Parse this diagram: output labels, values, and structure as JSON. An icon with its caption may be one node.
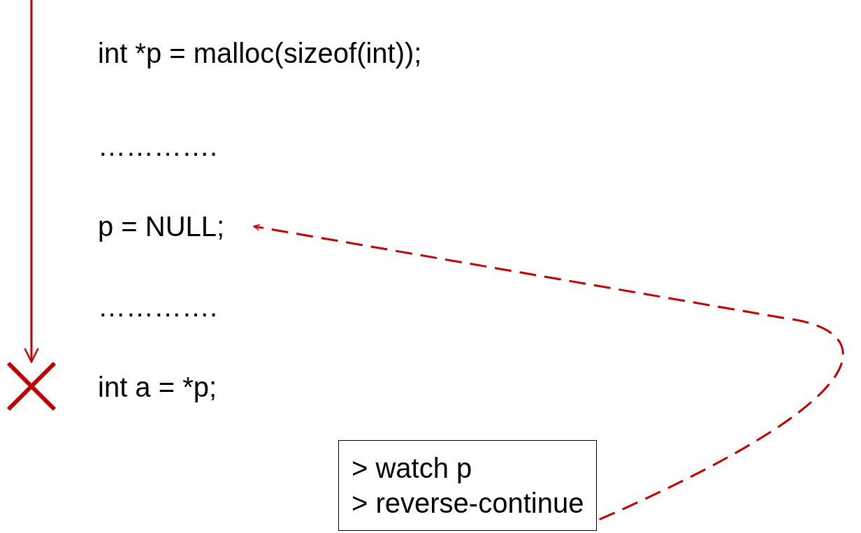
{
  "diagram": {
    "nodes": [
      {
        "text": [
          "int *p = malloc(sizeof(int));"
        ]
      },
      {
        "text": [
          "…………."
        ]
      },
      {
        "text": [
          "p = NULL;"
        ]
      },
      {
        "text": [
          "…………."
        ]
      },
      {
        "text": [
          "int a = *p;"
        ]
      },
      {
        "text": [],
        "shape": "cross"
      },
      {
        "text": [
          "> watch p",
          "> reverse-continue"
        ]
      }
    ],
    "edges": [
      {
        "from": null,
        "to": 5,
        "arrow": "to"
      },
      {
        "from": 6,
        "to": 2,
        "arrow": "to",
        "style": "dashed"
      }
    ]
  }
}
